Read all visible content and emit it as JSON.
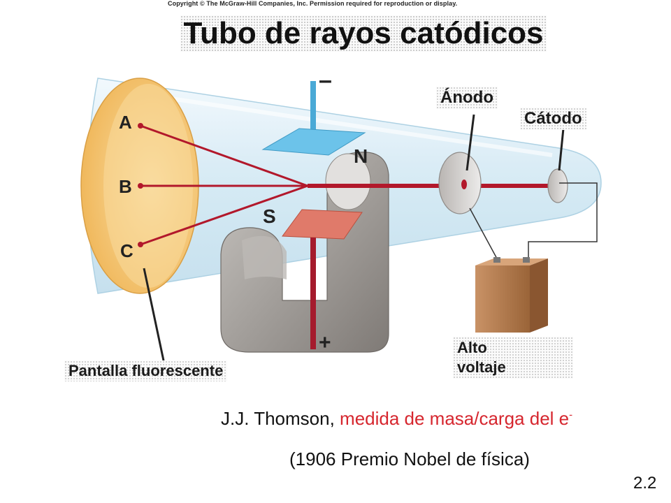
{
  "copyright": "Copyright © The McGraw-Hill Companies, Inc. Permission required for reproduction or display.",
  "title": "Tubo de rayos catódicos",
  "labels": {
    "anode": "Ánodo",
    "cathode": "Cátodo",
    "screen": "Pantalla fluorescente",
    "voltage_line1": "Alto",
    "voltage_line2": "voltaje",
    "minus": "–",
    "plus": "+",
    "north": "N",
    "south": "S",
    "point_a": "A",
    "point_b": "B",
    "point_c": "C"
  },
  "caption": {
    "prefix": "J.J. Thomson, ",
    "highlight": "medida de masa/carga del e",
    "superscript": "-",
    "line2": "(1906 Premio Nobel de física)"
  },
  "page_number": "2.2",
  "colors": {
    "tube_glass": "#dbeef7",
    "screen": "#f7cf80",
    "beam": "#b2182b",
    "magnet": "#9e9a96",
    "plate_top": "#6cc3ea",
    "plate_bottom": "#e07a6a",
    "battery": "#b57d4c"
  }
}
